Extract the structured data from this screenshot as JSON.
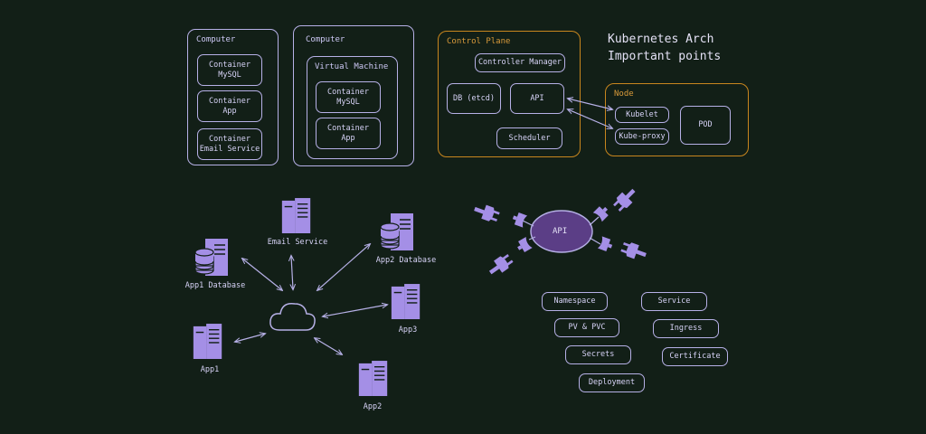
{
  "title": {
    "line1": "Kubernetes Arch",
    "line2": "Important points"
  },
  "computer1": {
    "label": "Computer",
    "containers": [
      {
        "line1": "Container",
        "line2": "MySQL"
      },
      {
        "line1": "Container",
        "line2": "App"
      },
      {
        "line1": "Container",
        "line2": "Email Service"
      }
    ]
  },
  "computer2": {
    "label": "Computer",
    "vm_label": "Virtual Machine",
    "containers": [
      {
        "line1": "Container",
        "line2": "MySQL"
      },
      {
        "line1": "Container",
        "line2": "App"
      }
    ]
  },
  "control_plane": {
    "label": "Control Plane",
    "controller_manager": "Controller Manager",
    "db": "DB (etcd)",
    "api": "API",
    "scheduler": "Scheduler"
  },
  "node": {
    "label": "Node",
    "kubelet": "Kubelet",
    "kube_proxy": "Kube-proxy",
    "pod": "POD"
  },
  "network": {
    "email_service": "Email Service",
    "app1_database": "App1 Database",
    "app2_database": "App2 Database",
    "app3": "App3",
    "app1": "App1",
    "app2": "App2"
  },
  "api_hub": {
    "label": "API"
  },
  "concepts": {
    "namespace": "Namespace",
    "service": "Service",
    "pv_pvc": "PV & PVC",
    "ingress": "Ingress",
    "secrets": "Secrets",
    "certificate": "Certificate",
    "deployment": "Deployment"
  },
  "colors": {
    "background": "#121f17",
    "stroke": "#b6b0e6",
    "orange": "#c8861e",
    "icon_fill": "#a48fe6"
  }
}
